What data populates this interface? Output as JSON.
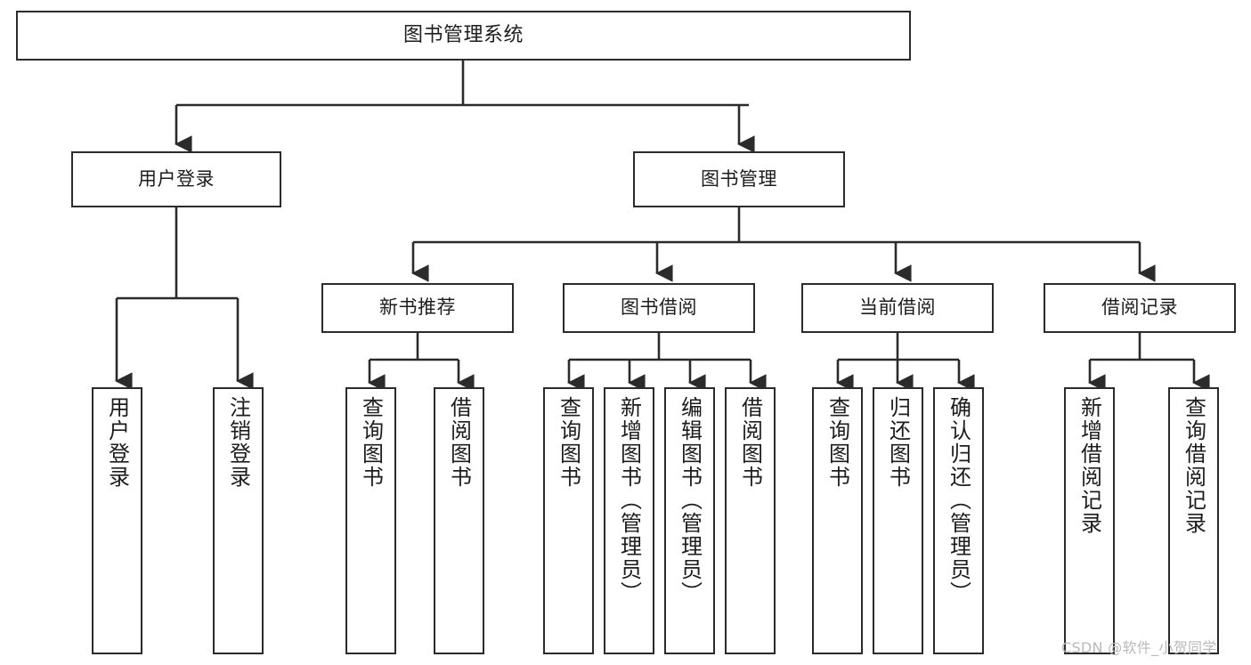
{
  "diagram": {
    "title": "图书管理系统",
    "type": "hierarchy-tree",
    "root": {
      "id": "root",
      "label": "图书管理系统",
      "orientation": "horizontal"
    },
    "level2": [
      {
        "id": "user-login",
        "label": "用户登录",
        "orientation": "horizontal"
      },
      {
        "id": "book-manage",
        "label": "图书管理",
        "orientation": "horizontal"
      }
    ],
    "level3": [
      {
        "id": "new-book-recommend",
        "label": "新书推荐",
        "orientation": "horizontal",
        "parent": "book-manage"
      },
      {
        "id": "book-borrow",
        "label": "图书借阅",
        "orientation": "horizontal",
        "parent": "book-manage"
      },
      {
        "id": "current-borrow",
        "label": "当前借阅",
        "orientation": "horizontal",
        "parent": "book-manage"
      },
      {
        "id": "borrow-record",
        "label": "借阅记录",
        "orientation": "horizontal",
        "parent": "book-manage"
      }
    ],
    "leaves": [
      {
        "id": "leaf-user-login",
        "label": "用户登录",
        "parent": "user-login"
      },
      {
        "id": "leaf-user-logout",
        "label": "注销登录",
        "parent": "user-login"
      },
      {
        "id": "leaf-rec-query-book",
        "label": "查询图书",
        "parent": "new-book-recommend"
      },
      {
        "id": "leaf-rec-borrow-book",
        "label": "借阅图书",
        "parent": "new-book-recommend"
      },
      {
        "id": "leaf-borrow-query-book",
        "label": "查询图书",
        "parent": "book-borrow"
      },
      {
        "id": "leaf-borrow-add-book",
        "label": "新增图书（管理员）",
        "parent": "book-borrow"
      },
      {
        "id": "leaf-borrow-edit-book",
        "label": "编辑图书（管理员）",
        "parent": "book-borrow"
      },
      {
        "id": "leaf-borrow-borrow-book",
        "label": "借阅图书",
        "parent": "book-borrow"
      },
      {
        "id": "leaf-current-query-book",
        "label": "查询图书",
        "parent": "current-borrow"
      },
      {
        "id": "leaf-current-return-book",
        "label": "归还图书",
        "parent": "current-borrow"
      },
      {
        "id": "leaf-current-confirm-return",
        "label": "确认归还（管理员）",
        "parent": "current-borrow"
      },
      {
        "id": "leaf-record-add",
        "label": "新增借阅记录",
        "parent": "borrow-record"
      },
      {
        "id": "leaf-record-query",
        "label": "查询借阅记录",
        "parent": "borrow-record"
      }
    ],
    "colors": {
      "box_border": "#2b2b2b",
      "box_fill": "#ffffff",
      "connector": "#2b2b2b",
      "text": "#1d1d1d",
      "watermark": "#b9b9b9"
    }
  },
  "watermark": {
    "text": "CSDN @软件_小贺同学"
  }
}
